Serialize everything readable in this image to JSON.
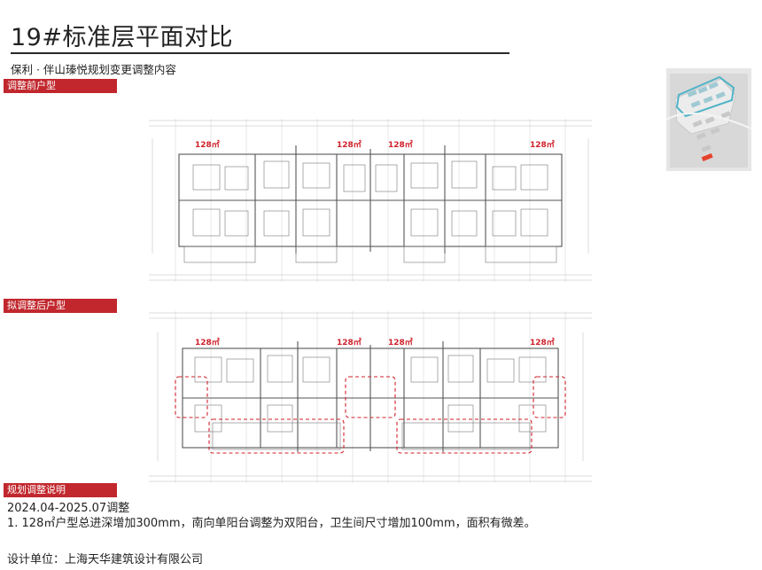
{
  "header": {
    "title": "19#标准层平面对比",
    "subtitle": "保利 · 伴山瑧悦规划变更调整内容"
  },
  "sections": {
    "before_label": "调整前户型",
    "after_label": "拟调整后户型",
    "notes_label": "规划调整说明"
  },
  "plan_before": {
    "area_labels": [
      "128㎡",
      "128㎡",
      "128㎡",
      "128㎡"
    ]
  },
  "plan_after": {
    "area_labels": [
      "128㎡",
      "128㎡",
      "128㎡",
      "128㎡"
    ]
  },
  "notes": {
    "period": "2024.04-2025.07调整",
    "item1": "1. 128㎡户型总进深增加300mm，南向单阳台调整为双阳台，卫生间尺寸增加100mm，面积有微差。"
  },
  "footer": {
    "designer": "设计单位：上海天华建筑设计有限公司"
  },
  "colors": {
    "accent": "#c1272d",
    "highlight_dash": "#d0202a",
    "site_highlight": "#4fb3c8"
  }
}
